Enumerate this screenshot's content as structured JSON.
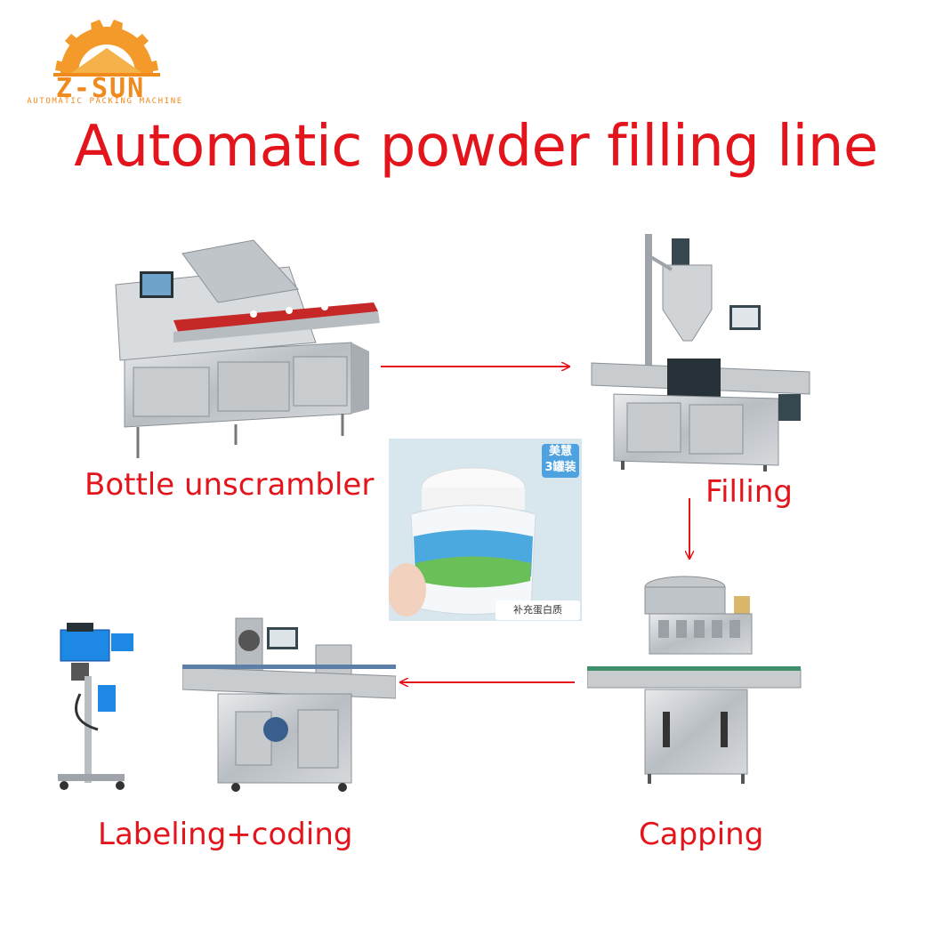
{
  "logo": {
    "wordmark": "Z-SUN",
    "tagline": "AUTOMATIC PACKING MACHINE",
    "color": "#f08a1d"
  },
  "title": "Automatic powder filling line",
  "accent_color": "#e3141b",
  "steps": [
    {
      "label": "Bottle unscrambler"
    },
    {
      "label": "Filling"
    },
    {
      "label": "Capping"
    },
    {
      "label": "Labeling+coding"
    }
  ],
  "product": {
    "badge_line1": "美慧",
    "badge_line2": "3罐装",
    "caption": "补充蛋白质"
  },
  "flow": [
    "Bottle unscrambler",
    "Filling",
    "Capping",
    "Labeling+coding"
  ]
}
